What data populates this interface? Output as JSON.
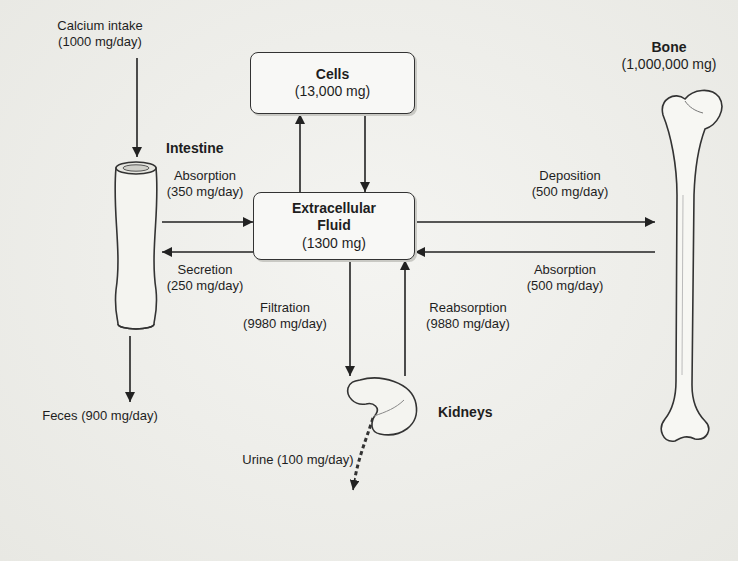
{
  "diagram": {
    "nodes": [
      {
        "text": [
          "Cells",
          "(13,000 mg)"
        ]
      },
      {
        "text": [
          "Intestine"
        ]
      },
      {
        "text": [
          "Extracellular Fluid",
          "(1300 mg)"
        ]
      },
      {
        "text": [
          "Bone",
          "(1,000,000 mg)"
        ]
      },
      {
        "text": [
          "Kidneys"
        ]
      }
    ],
    "edges": [
      {
        "from": 2,
        "to": 0,
        "arrow": "to"
      },
      {
        "from": 0,
        "to": 2,
        "arrow": "to"
      },
      {
        "from": 1,
        "to": 2,
        "label": "Absorption (350 mg/day)",
        "arrow": "to"
      },
      {
        "from": 2,
        "to": 1,
        "label": "Secretion (250 mg/day)",
        "arrow": "to"
      },
      {
        "from": 2,
        "to": 3,
        "label": "Deposition (500 mg/day)",
        "arrow": "to"
      },
      {
        "from": 3,
        "to": 2,
        "label": "Absorption (500 mg/day)",
        "arrow": "to"
      },
      {
        "from": 2,
        "to": 4,
        "label": "Filtration (9980 mg/day)",
        "arrow": "to"
      },
      {
        "from": 4,
        "to": 2,
        "label": "Reabsorption (9880 mg/day)",
        "arrow": "to"
      }
    ],
    "labels": [
      "Calcium intake (1000 mg/day)",
      "Feces (900 mg/day)",
      "Urine (100 mg/day)"
    ]
  }
}
